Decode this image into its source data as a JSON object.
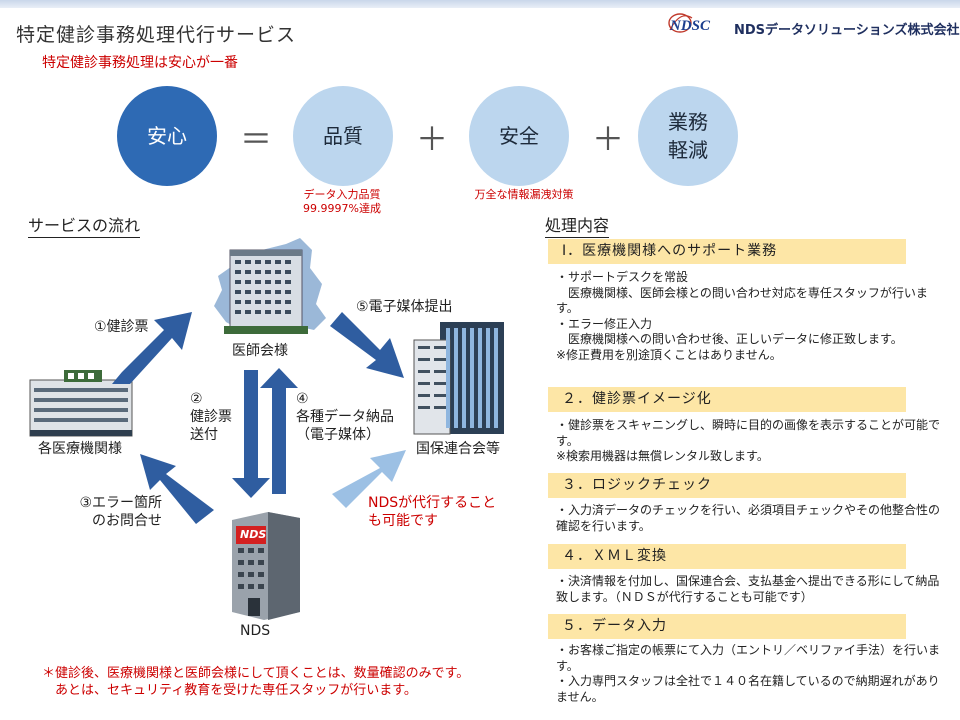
{
  "header": {
    "title": "特定健診事務処理代行サービス",
    "logo_text": "NDSC",
    "company": "NDSデータソリューションズ株式会社",
    "subtitle": "特定健診事務処理は安心が一番"
  },
  "equation": {
    "anshin": "安心",
    "equals": "＝",
    "quality": "品質",
    "plus1": "＋",
    "safety": "安全",
    "plus2": "＋",
    "reduction_line1": "業務",
    "reduction_line2": "軽減",
    "quality_note_line1": "データ入力品質",
    "quality_note_line2": "99.9997%達成",
    "safety_note": "万全な情報漏洩対策"
  },
  "flow": {
    "heading": "サービスの流れ",
    "step1": "①健診票",
    "doctor_assoc": "医師会様",
    "step5": "⑤電子媒体提出",
    "medical_institutions": "各医療機関様",
    "step2_line1": "②",
    "step2_line2": "健診票",
    "step2_line3": "送付",
    "step4_line1": "④",
    "step4_line2": "各種データ納品",
    "step4_line3": "（電子媒体）",
    "kokuho": "国保連合会等",
    "step3_line1": "③エラー箇所",
    "step3_line2": "のお問合せ",
    "nds_proxy_line1": "NDSが代行すること",
    "nds_proxy_line2": "も可能です",
    "nds_building_sign": "NDS",
    "nds_label": "NDS"
  },
  "process": {
    "heading": "処理内容",
    "items": [
      {
        "title": "Ⅰ．医療機関様へのサポート業務",
        "body": "・サポートデスクを常設\n　医療機関様、医師会様との問い合わせ対応を専任スタッフが行います。\n・エラー修正入力\n　医療機関様への問い合わせ後、正しいデータに修正致します。\n※修正費用を別途頂くことはありません。"
      },
      {
        "title": "２．健診票イメージ化",
        "body": "・健診票をスキャニングし、瞬時に目的の画像を表示することが可能です。\n※検索用機器は無償レンタル致します。"
      },
      {
        "title": "３．ロジックチェック",
        "body": "・入力済データのチェックを行い、必須項目チェックやその他整合性の確認を行います。"
      },
      {
        "title": "４．ＸＭＬ変換",
        "body": "・決済情報を付加し、国保連合会、支払基金へ提出できる形にして納品致します。（ＮＤＳが代行することも可能です）"
      },
      {
        "title": "５．データ入力",
        "body": "・お客様ご指定の帳票にて入力（エントリ／ベリファイ手法）を行います。\n・入力専門スタッフは全社で１４０名在籍しているので納期遅れがありません。"
      }
    ]
  },
  "footnote": "＊健診後、医療機関様と医師会様にして頂くことは、数量確認のみです。\n　あとは、セキュリティ教育を受けた専任スタッフが行います。",
  "colors": {
    "dark_circle": "#2e6ab4",
    "light_circle": "#bcd6ee",
    "arrow": "#2f5da0",
    "light_arrow": "#9cc0e4",
    "header_bar": "#fde6a6",
    "accent_red": "#cc0000"
  }
}
